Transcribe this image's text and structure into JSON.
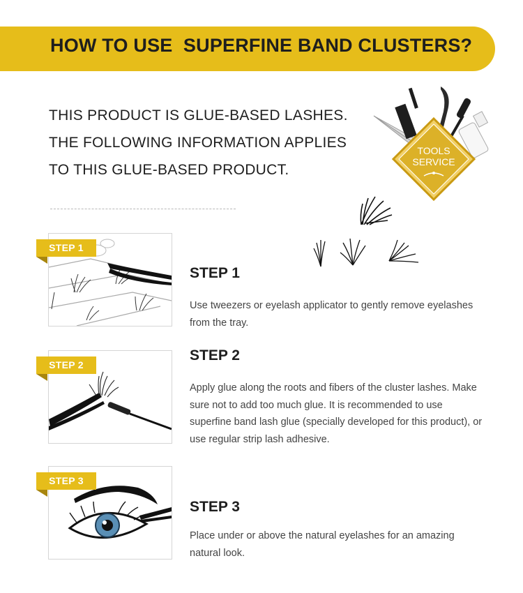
{
  "banner": {
    "title": "HOW TO USE  SUPERFINE BAND CLUSTERS?"
  },
  "intro": {
    "lines": [
      "THIS PRODUCT IS GLUE-BASED LASHES.",
      "THE FOLLOWING INFORMATION APPLIES",
      "TO THIS GLUE-BASED PRODUCT."
    ]
  },
  "badge": {
    "line1": "TOOLS",
    "line2": "SERVICE"
  },
  "steps": [
    {
      "tag": "STEP 1",
      "heading": "STEP 1",
      "text": "Use tweezers or eyelash applicator to gently remove eyelashes from the tray.",
      "icon": "lash-tray-tweezers-icon"
    },
    {
      "tag": "STEP 2",
      "heading": "STEP 2",
      "text": "Apply glue along the roots and fibers of the cluster lashes. Make sure not to add too much glue. It is recommended to use superfine band lash glue (specially developed for this product), or use regular strip lash adhesive.",
      "icon": "glue-wand-icon"
    },
    {
      "tag": "STEP 3",
      "heading": "STEP 3",
      "text": "Place under or above the natural eyelashes for an amazing natural look.",
      "icon": "eye-application-icon"
    }
  ],
  "colors": {
    "accent": "#e6bd1a",
    "accent_dark": "#a8860e",
    "text": "#1e1e1e",
    "body_text": "#444444"
  }
}
